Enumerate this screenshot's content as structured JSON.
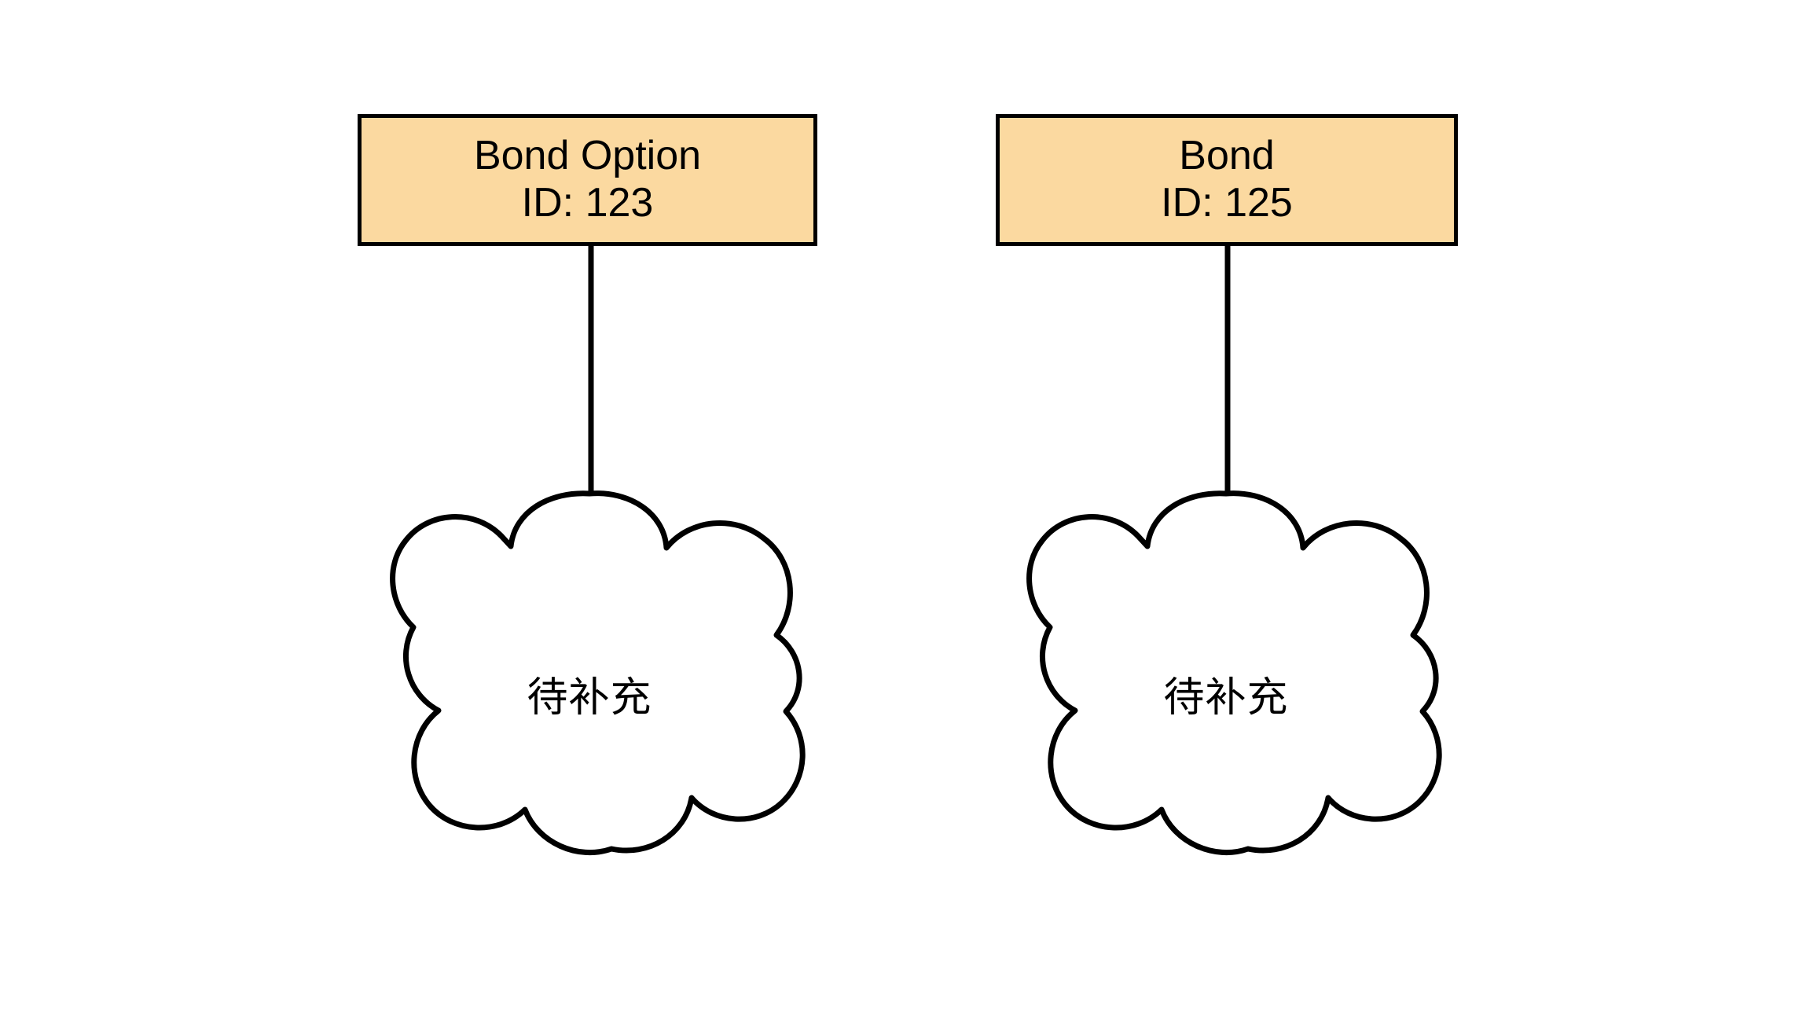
{
  "diagram": {
    "background_color": "#ffffff",
    "node_fill_color": "#fbd9a0",
    "node_border_color": "#000000",
    "edge_color": "#000000",
    "nodes": [
      {
        "id": "bond-option",
        "shape": "rectangle",
        "title": "Bond Option",
        "id_label": "ID: 123"
      },
      {
        "id": "bond",
        "shape": "rectangle",
        "title": "Bond",
        "id_label": "ID: 125"
      }
    ],
    "clouds": [
      {
        "id": "cloud-1",
        "shape": "cloud",
        "label": "待补充"
      },
      {
        "id": "cloud-2",
        "shape": "cloud",
        "label": "待补充"
      }
    ],
    "edges": [
      {
        "from": "bond-option",
        "to": "cloud-1",
        "style": "solid",
        "arrowhead": "filled-triangle"
      },
      {
        "from": "bond",
        "to": "cloud-2",
        "style": "solid",
        "arrowhead": "filled-triangle"
      }
    ]
  }
}
